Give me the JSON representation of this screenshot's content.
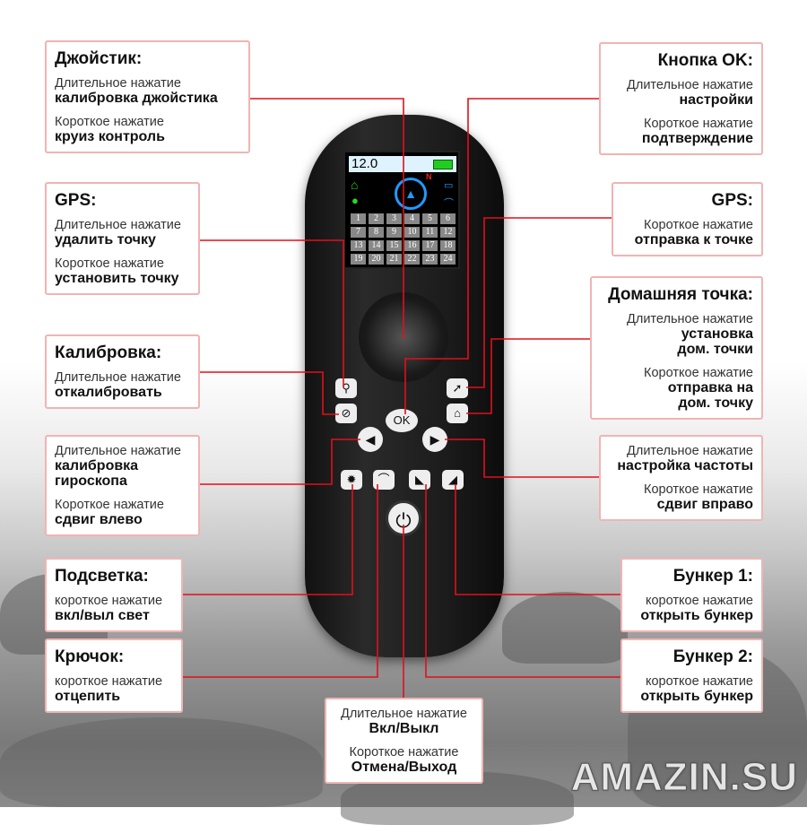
{
  "boxes": {
    "joystick": {
      "title": "Джойстик:",
      "long_label": "Длительное нажатие",
      "long_action": "калибровка джойстика",
      "short_label": "Короткое нажатие",
      "short_action": "круиз контроль"
    },
    "gps_left": {
      "title": "GPS:",
      "long_label": "Длительное нажатие",
      "long_action": "удалить точку",
      "short_label": "Короткое нажатие",
      "short_action": "установить точку"
    },
    "calibration": {
      "title": "Калибровка:",
      "long_label": "Длительное нажатие",
      "long_action": "откалибровать"
    },
    "gyro": {
      "long_label": "Длительное нажатие",
      "long_action": "калибровка гироскопа",
      "short_label": "Короткое нажатие",
      "short_action": "сдвиг влево"
    },
    "light": {
      "title": "Подсветка:",
      "short_label": "короткое нажатие",
      "short_action": "вкл/выл свет"
    },
    "hook": {
      "title": "Крючок:",
      "short_label": "короткое нажатие",
      "short_action": "отцепить"
    },
    "power": {
      "long_label": "Длительное нажатие",
      "long_action": "Вкл/Выкл",
      "short_label": "Короткое нажатие",
      "short_action": "Отмена/Выход"
    },
    "ok": {
      "title": "Кнопка OK:",
      "long_label": "Длительное нажатие",
      "long_action": "настройки",
      "short_label": "Короткое нажатие",
      "short_action": "подтверждение"
    },
    "gps_right": {
      "title": "GPS:",
      "short_label": "Короткое нажатие",
      "short_action": "отправка к точке"
    },
    "home": {
      "title": "Домашняя точка:",
      "long_label": "Длительное нажатие",
      "long_action": "установка дом. точки",
      "short_label": "Короткое нажатие",
      "short_action": "отправка на дом. точку"
    },
    "frequency": {
      "long_label": "Длительное нажатие",
      "long_action": "настройка частоты",
      "short_label": "Короткое нажатие",
      "short_action": "сдвиг вправо"
    },
    "bunker1": {
      "title": "Бункер 1:",
      "short_label": "короткое нажатие",
      "short_action": "открыть бункер"
    },
    "bunker2": {
      "title": "Бункер 2:",
      "short_label": "короткое нажатие",
      "short_action": "открыть бункер"
    }
  },
  "screen": {
    "voltage": "12.0",
    "compass_north": "N",
    "points": [
      "1",
      "2",
      "3",
      "4",
      "5",
      "6",
      "7",
      "8",
      "9",
      "10",
      "11",
      "12",
      "13",
      "14",
      "15",
      "16",
      "17",
      "18",
      "19",
      "20",
      "21",
      "22",
      "23",
      "24"
    ]
  },
  "remote": {
    "ok_label": "OK"
  },
  "watermark": "AMAZIN.SU",
  "colors": {
    "line": "#e0101a",
    "box_border": "#f0b4b4"
  }
}
